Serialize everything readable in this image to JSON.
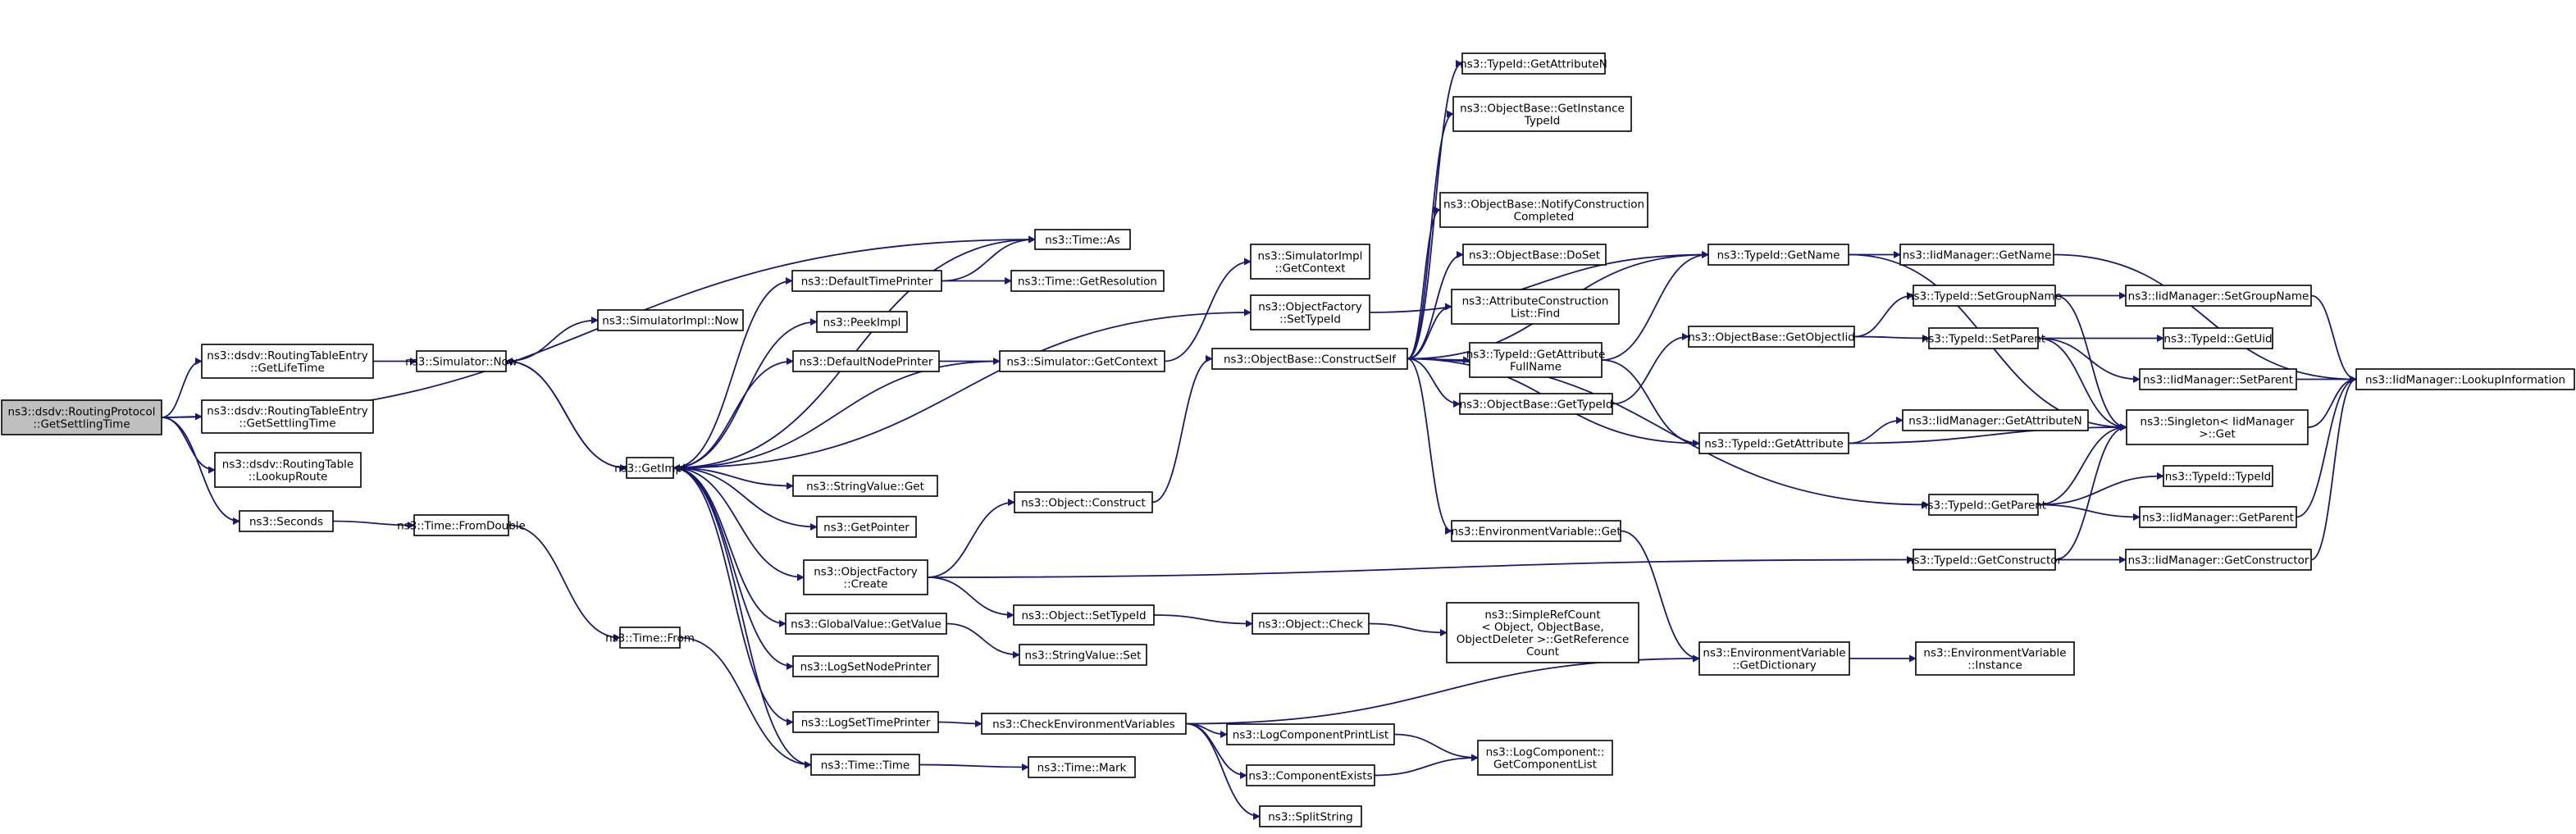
{
  "diagram": {
    "title": "",
    "colors": {
      "edge": "#191970",
      "node_border": "#000000",
      "node_fill": "#ffffff",
      "root_fill": "#bfbfbf"
    },
    "nodes": [
      {
        "id": "root",
        "label": "ns3::dsdv::RoutingProtocol\n::GetSettlingTime",
        "root": true
      },
      {
        "id": "rte_life",
        "label": "ns3::dsdv::RoutingTableEntry\n::GetLifeTime"
      },
      {
        "id": "rte_settle",
        "label": "ns3::dsdv::RoutingTableEntry\n::GetSettlingTime"
      },
      {
        "id": "rt_lookup",
        "label": "ns3::dsdv::RoutingTable\n::LookupRoute"
      },
      {
        "id": "seconds",
        "label": "ns3::Seconds"
      },
      {
        "id": "sim_now",
        "label": "ns3::Simulator::Now"
      },
      {
        "id": "simimpl_now",
        "label": "ns3::SimulatorImpl::Now"
      },
      {
        "id": "getimpl",
        "label": "ns3::GetImpl"
      },
      {
        "id": "time_fromdouble",
        "label": "ns3::Time::FromDouble"
      },
      {
        "id": "time_from",
        "label": "ns3::Time::From"
      },
      {
        "id": "default_time_printer",
        "label": "ns3::DefaultTimePrinter"
      },
      {
        "id": "peekimpl",
        "label": "ns3::PeekImpl"
      },
      {
        "id": "default_node_printer",
        "label": "ns3::DefaultNodePrinter"
      },
      {
        "id": "stringvalue_get",
        "label": "ns3::StringValue::Get"
      },
      {
        "id": "getpointer",
        "label": "ns3::GetPointer"
      },
      {
        "id": "objfactory_create",
        "label": "ns3::ObjectFactory\n::Create"
      },
      {
        "id": "globalvalue_getvalue",
        "label": "ns3::GlobalValue::GetValue"
      },
      {
        "id": "logsetnodeprinter",
        "label": "ns3::LogSetNodePrinter"
      },
      {
        "id": "logsettimeprinter",
        "label": "ns3::LogSetTimePrinter"
      },
      {
        "id": "time_time",
        "label": "ns3::Time::Time"
      },
      {
        "id": "time_as",
        "label": "ns3::Time::As"
      },
      {
        "id": "time_getresolution",
        "label": "ns3::Time::GetResolution"
      },
      {
        "id": "sim_getcontext",
        "label": "ns3::Simulator::GetContext"
      },
      {
        "id": "object_construct",
        "label": "ns3::Object::Construct"
      },
      {
        "id": "object_settypeid",
        "label": "ns3::Object::SetTypeId"
      },
      {
        "id": "stringvalue_set",
        "label": "ns3::StringValue::Set"
      },
      {
        "id": "checkenvvars",
        "label": "ns3::CheckEnvironmentVariables"
      },
      {
        "id": "time_mark",
        "label": "ns3::Time::Mark"
      },
      {
        "id": "simimpl_getcontext",
        "label": "ns3::SimulatorImpl\n::GetContext"
      },
      {
        "id": "objfactory_settypeid",
        "label": "ns3::ObjectFactory\n::SetTypeId"
      },
      {
        "id": "objbase_constructself",
        "label": "ns3::ObjectBase::ConstructSelf"
      },
      {
        "id": "object_check",
        "label": "ns3::Object::Check"
      },
      {
        "id": "logcomponentprintlist",
        "label": "ns3::LogComponentPrintList"
      },
      {
        "id": "componentexists",
        "label": "ns3::ComponentExists"
      },
      {
        "id": "splitstring",
        "label": "ns3::SplitString"
      },
      {
        "id": "typeid_getattributen",
        "label": "ns3::TypeId::GetAttributeN"
      },
      {
        "id": "objbase_getinstancetypeid",
        "label": "ns3::ObjectBase::GetInstance\nTypeId"
      },
      {
        "id": "objbase_notify",
        "label": "ns3::ObjectBase::NotifyConstruction\nCompleted"
      },
      {
        "id": "objbase_doset",
        "label": "ns3::ObjectBase::DoSet"
      },
      {
        "id": "attrconstructionlist_find",
        "label": "ns3::AttributeConstruction\nList::Find"
      },
      {
        "id": "typeid_getattrfullname",
        "label": "ns3::TypeId::GetAttribute\nFullName"
      },
      {
        "id": "objbase_gettypeid",
        "label": "ns3::ObjectBase::GetTypeId"
      },
      {
        "id": "envvar_get",
        "label": "ns3::EnvironmentVariable::Get"
      },
      {
        "id": "simplerefcount",
        "label": "ns3::SimpleRefCount\n< Object, ObjectBase,\nObjectDeleter >::GetReference\nCount"
      },
      {
        "id": "logcomponent_getlist",
        "label": "ns3::LogComponent::\nGetComponentList"
      },
      {
        "id": "typeid_getname",
        "label": "ns3::TypeId::GetName"
      },
      {
        "id": "objbase_getobjectiid",
        "label": "ns3::ObjectBase::GetObjectIid"
      },
      {
        "id": "typeid_getattribute",
        "label": "ns3::TypeId::GetAttribute"
      },
      {
        "id": "envvar_getdictionary",
        "label": "ns3::EnvironmentVariable\n::GetDictionary"
      },
      {
        "id": "iid_getname",
        "label": "ns3::IidManager::GetName"
      },
      {
        "id": "typeid_setgroupname",
        "label": "ns3::TypeId::SetGroupName"
      },
      {
        "id": "typeid_setparent",
        "label": "ns3::TypeId::SetParent"
      },
      {
        "id": "typeid_getparent",
        "label": "ns3::TypeId::GetParent"
      },
      {
        "id": "typeid_getconstructor",
        "label": "ns3::TypeId::GetConstructor"
      },
      {
        "id": "envvar_instance",
        "label": "ns3::EnvironmentVariable\n::Instance"
      },
      {
        "id": "iid_setgroupname",
        "label": "ns3::IidManager::SetGroupName"
      },
      {
        "id": "typeid_getuid",
        "label": "ns3::TypeId::GetUid"
      },
      {
        "id": "iid_setparent",
        "label": "ns3::IidManager::SetParent"
      },
      {
        "id": "iid_getattributen",
        "label": "ns3::IidManager::GetAttributeN"
      },
      {
        "id": "singleton_get",
        "label": "ns3::Singleton< IidManager\n>::Get"
      },
      {
        "id": "typeid_typeid",
        "label": "ns3::TypeId::TypeId"
      },
      {
        "id": "iid_getparent",
        "label": "ns3::IidManager::GetParent"
      },
      {
        "id": "iid_getconstructor",
        "label": "ns3::IidManager::GetConstructor"
      },
      {
        "id": "iid_lookupinfo",
        "label": "ns3::IidManager::LookupInformation"
      }
    ],
    "edges": [
      [
        "root",
        "time_as"
      ],
      [
        "root",
        "rte_life"
      ],
      [
        "root",
        "rte_settle"
      ],
      [
        "root",
        "rt_lookup"
      ],
      [
        "root",
        "seconds"
      ],
      [
        "rte_life",
        "sim_now"
      ],
      [
        "sim_now",
        "simimpl_now"
      ],
      [
        "sim_now",
        "getimpl"
      ],
      [
        "seconds",
        "time_fromdouble"
      ],
      [
        "time_fromdouble",
        "time_from"
      ],
      [
        "time_from",
        "time_time"
      ],
      [
        "getimpl",
        "sim_now"
      ],
      [
        "getimpl",
        "default_time_printer"
      ],
      [
        "getimpl",
        "peekimpl"
      ],
      [
        "getimpl",
        "default_node_printer"
      ],
      [
        "getimpl",
        "stringvalue_get"
      ],
      [
        "getimpl",
        "getpointer"
      ],
      [
        "getimpl",
        "objfactory_create"
      ],
      [
        "getimpl",
        "globalvalue_getvalue"
      ],
      [
        "getimpl",
        "logsetnodeprinter"
      ],
      [
        "getimpl",
        "logsettimeprinter"
      ],
      [
        "getimpl",
        "time_time"
      ],
      [
        "getimpl",
        "objfactory_settypeid"
      ],
      [
        "getimpl",
        "time_as"
      ],
      [
        "sim_getcontext",
        "getimpl"
      ],
      [
        "default_time_printer",
        "time_as"
      ],
      [
        "default_time_printer",
        "time_getresolution"
      ],
      [
        "default_node_printer",
        "sim_getcontext"
      ],
      [
        "sim_getcontext",
        "simimpl_getcontext"
      ],
      [
        "objfactory_create",
        "object_construct"
      ],
      [
        "objfactory_create",
        "object_settypeid"
      ],
      [
        "objfactory_create",
        "typeid_getconstructor"
      ],
      [
        "globalvalue_getvalue",
        "stringvalue_set"
      ],
      [
        "logsettimeprinter",
        "checkenvvars"
      ],
      [
        "time_time",
        "time_mark"
      ],
      [
        "object_construct",
        "objbase_constructself"
      ],
      [
        "object_settypeid",
        "object_check"
      ],
      [
        "object_check",
        "simplerefcount"
      ],
      [
        "checkenvvars",
        "logcomponentprintlist"
      ],
      [
        "checkenvvars",
        "componentexists"
      ],
      [
        "checkenvvars",
        "splitstring"
      ],
      [
        "checkenvvars",
        "envvar_getdictionary"
      ],
      [
        "logcomponentprintlist",
        "logcomponent_getlist"
      ],
      [
        "componentexists",
        "logcomponent_getlist"
      ],
      [
        "objfactory_settypeid",
        "typeid_getname"
      ],
      [
        "objbase_constructself",
        "typeid_getattributen"
      ],
      [
        "objbase_constructself",
        "objbase_getinstancetypeid"
      ],
      [
        "objbase_constructself",
        "objbase_notify"
      ],
      [
        "objbase_constructself",
        "objbase_doset"
      ],
      [
        "objbase_constructself",
        "attrconstructionlist_find"
      ],
      [
        "objbase_constructself",
        "typeid_getattrfullname"
      ],
      [
        "objbase_constructself",
        "objbase_gettypeid"
      ],
      [
        "objbase_constructself",
        "envvar_get"
      ],
      [
        "objbase_constructself",
        "typeid_getname"
      ],
      [
        "objbase_constructself",
        "typeid_getattribute"
      ],
      [
        "objbase_constructself",
        "typeid_getparent"
      ],
      [
        "typeid_getattrfullname",
        "typeid_getname"
      ],
      [
        "typeid_getattrfullname",
        "typeid_getattribute"
      ],
      [
        "objbase_gettypeid",
        "objbase_getobjectiid"
      ],
      [
        "objbase_getobjectiid",
        "typeid_setgroupname"
      ],
      [
        "objbase_getobjectiid",
        "typeid_setparent"
      ],
      [
        "envvar_get",
        "envvar_getdictionary"
      ],
      [
        "envvar_getdictionary",
        "envvar_instance"
      ],
      [
        "typeid_getname",
        "iid_getname"
      ],
      [
        "typeid_getname",
        "singleton_get"
      ],
      [
        "typeid_getattribute",
        "iid_getattributen"
      ],
      [
        "typeid_getattribute",
        "singleton_get"
      ],
      [
        "typeid_setgroupname",
        "iid_setgroupname"
      ],
      [
        "typeid_setgroupname",
        "singleton_get"
      ],
      [
        "typeid_setparent",
        "typeid_getuid"
      ],
      [
        "typeid_setparent",
        "iid_setparent"
      ],
      [
        "typeid_setparent",
        "singleton_get"
      ],
      [
        "typeid_getparent",
        "singleton_get"
      ],
      [
        "typeid_getparent",
        "typeid_typeid"
      ],
      [
        "typeid_getparent",
        "iid_getparent"
      ],
      [
        "typeid_getconstructor",
        "singleton_get"
      ],
      [
        "typeid_getconstructor",
        "iid_getconstructor"
      ],
      [
        "iid_getname",
        "iid_lookupinfo"
      ],
      [
        "iid_setgroupname",
        "iid_lookupinfo"
      ],
      [
        "iid_setparent",
        "iid_lookupinfo"
      ],
      [
        "iid_getparent",
        "iid_lookupinfo"
      ],
      [
        "iid_getconstructor",
        "iid_lookupinfo"
      ],
      [
        "singleton_get",
        "iid_lookupinfo"
      ]
    ]
  }
}
